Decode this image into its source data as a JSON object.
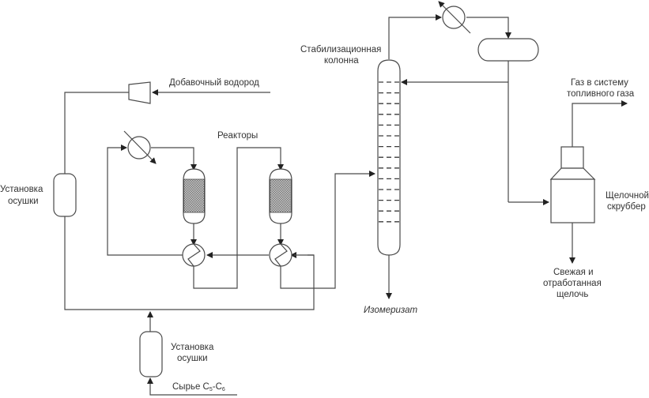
{
  "diagram": {
    "title": "Isomerization unit process flow",
    "colors": {
      "line": "#4a4a4a",
      "text": "#333333",
      "catalyst": "#9a9a9a",
      "background": "#ffffff"
    },
    "labels": {
      "makeup_hydrogen": "Добавочный водород",
      "dryer_top_line1": "Установка",
      "dryer_top_line2": "осушки",
      "reactors": "Реакторы",
      "stabilizer_line1": "Стабилизационная",
      "stabilizer_line2": "колонна",
      "fuel_gas_line1": "Газ в систему",
      "fuel_gas_line2": "топливного газа",
      "scrubber_line1": "Щелочной",
      "scrubber_line2": "скруббер",
      "caustic_line1": "Свежая и",
      "caustic_line2": "отработанная",
      "caustic_line3": "щелочь",
      "isomerate": "Изомеризат",
      "dryer_bottom_line1": "Установка",
      "dryer_bottom_line2": "осушки",
      "feed_prefix": "Сырье C",
      "feed_sub1": "5",
      "feed_dash": "-C",
      "feed_sub2": "6"
    },
    "equipment": [
      "makeup-hydrogen-compressor",
      "hydrogen-dryer",
      "feed-dryer",
      "reactor-heater",
      "reactor-1",
      "reactor-2",
      "heat-exchanger-1",
      "heat-exchanger-2",
      "stabilization-column",
      "overhead-condenser",
      "reflux-drum",
      "caustic-scrubber"
    ],
    "column_trays": 14
  }
}
